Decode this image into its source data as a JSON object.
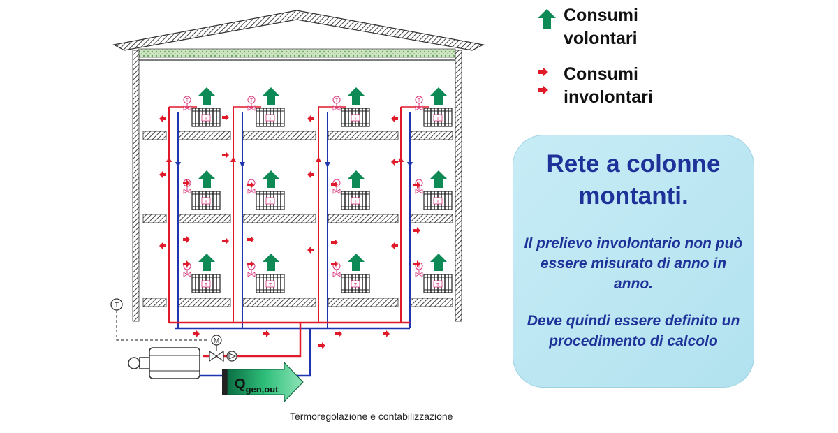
{
  "legend": {
    "voluntary_label": "Consumi volontari",
    "involuntary_label": "Consumi involontari"
  },
  "info_box": {
    "title": "Rete a colonne montanti.",
    "paragraph_1": "Il prelievo involontario non può essere misurato di anno in anno.",
    "paragraph_2": "Deve quindi essere definito un procedimento di calcolo"
  },
  "generator": {
    "output_label": "Q",
    "output_subscript": "gen,out"
  },
  "symbols": {
    "thermostat": "T",
    "motor": "M"
  },
  "footer": "Termoregolazione e contabilizzazione",
  "colors": {
    "voluntary_arrow": "#0e8a57",
    "involuntary_arrow": "#e11a2a",
    "supply_pipe": "#e11a2a",
    "return_pipe": "#1f35b0",
    "valve": "#d6337a",
    "box_text": "#1f3299",
    "box_background": "#c2e8f3",
    "output_arrow": "#2fbf7a"
  }
}
